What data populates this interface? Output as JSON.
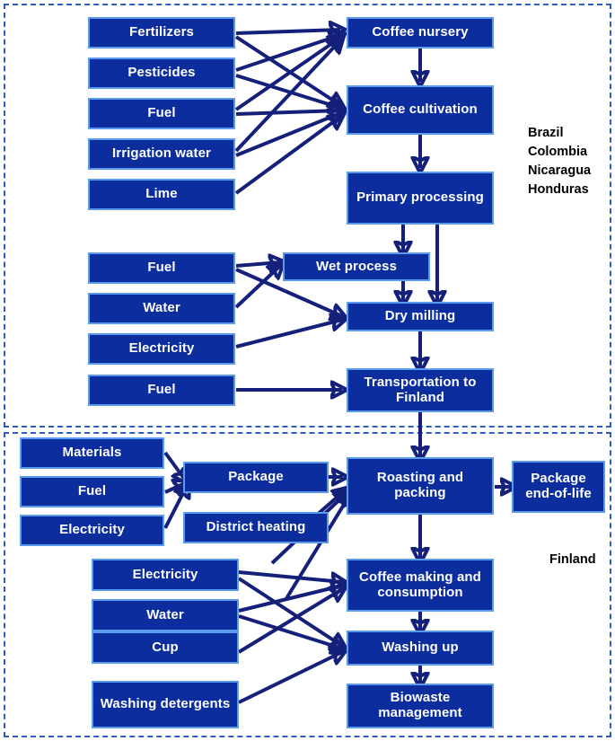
{
  "diagram": {
    "title": "Coffee life cycle flow diagram",
    "type": "flowchart",
    "colors": {
      "node_fill": "#0b2d9e",
      "node_border": "#5b9bed",
      "node_text": "#ffffff",
      "arrow": "#14207a",
      "region_border": "#2f5cc4",
      "background": "#ffffff",
      "label_text": "#000000"
    }
  },
  "regions": [
    {
      "id": "origin",
      "label": "Brazil\nColombia\nNicaragua\nHonduras",
      "countries": [
        "Brazil",
        "Colombia",
        "Nicaragua",
        "Honduras"
      ]
    },
    {
      "id": "finland",
      "label": "Finland",
      "countries": [
        "Finland"
      ]
    }
  ],
  "nodes": {
    "fertilizers": "Fertilizers",
    "pesticides": "Pesticides",
    "fuel_top": "Fuel",
    "irrigation_water": "Irrigation water",
    "lime": "Lime",
    "coffee_nursery": "Coffee nursery",
    "coffee_cultivation": "Coffee cultivation",
    "primary_processing": "Primary processing",
    "fuel_mid": "Fuel",
    "water_mid": "Water",
    "electricity_mid": "Electricity",
    "fuel_transport": "Fuel",
    "wet_process": "Wet process",
    "dry_milling": "Dry milling",
    "transportation_to_finland": "Transportation to Finland",
    "materials": "Materials",
    "fuel_pkg": "Fuel",
    "electricity_pkg": "Electricity",
    "package": "Package",
    "district_heating": "District heating",
    "roasting_and_packing": "Roasting and packing",
    "package_end_of_life": "Package end-of-life",
    "electricity_use": "Electricity",
    "water_use": "Water",
    "cup": "Cup",
    "washing_detergents": "Washing detergents",
    "coffee_making": "Coffee making and consumption",
    "washing_up": "Washing up",
    "biowaste_management": "Biowaste management"
  },
  "edges": [
    {
      "from": "fertilizers",
      "to": "coffee_nursery"
    },
    {
      "from": "fertilizers",
      "to": "coffee_cultivation"
    },
    {
      "from": "pesticides",
      "to": "coffee_nursery"
    },
    {
      "from": "pesticides",
      "to": "coffee_cultivation"
    },
    {
      "from": "fuel_top",
      "to": "coffee_nursery"
    },
    {
      "from": "fuel_top",
      "to": "coffee_cultivation"
    },
    {
      "from": "irrigation_water",
      "to": "coffee_nursery"
    },
    {
      "from": "irrigation_water",
      "to": "coffee_cultivation"
    },
    {
      "from": "lime",
      "to": "coffee_cultivation"
    },
    {
      "from": "coffee_nursery",
      "to": "coffee_cultivation"
    },
    {
      "from": "coffee_cultivation",
      "to": "primary_processing"
    },
    {
      "from": "primary_processing",
      "to": "wet_process"
    },
    {
      "from": "primary_processing",
      "to": "dry_milling"
    },
    {
      "from": "wet_process",
      "to": "dry_milling"
    },
    {
      "from": "fuel_mid",
      "to": "wet_process"
    },
    {
      "from": "fuel_mid",
      "to": "dry_milling"
    },
    {
      "from": "water_mid",
      "to": "wet_process"
    },
    {
      "from": "electricity_mid",
      "to": "dry_milling"
    },
    {
      "from": "dry_milling",
      "to": "transportation_to_finland"
    },
    {
      "from": "fuel_transport",
      "to": "transportation_to_finland"
    },
    {
      "from": "transportation_to_finland",
      "to": "roasting_and_packing"
    },
    {
      "from": "materials",
      "to": "package"
    },
    {
      "from": "fuel_pkg",
      "to": "package"
    },
    {
      "from": "electricity_pkg",
      "to": "package"
    },
    {
      "from": "package",
      "to": "roasting_and_packing"
    },
    {
      "from": "district_heating",
      "to": "roasting_and_packing"
    },
    {
      "from": "electricity_use",
      "to": "roasting_and_packing"
    },
    {
      "from": "water_use",
      "to": "roasting_and_packing"
    },
    {
      "from": "roasting_and_packing",
      "to": "package_end_of_life"
    },
    {
      "from": "roasting_and_packing",
      "to": "coffee_making"
    },
    {
      "from": "electricity_use",
      "to": "coffee_making"
    },
    {
      "from": "water_use",
      "to": "coffee_making"
    },
    {
      "from": "cup",
      "to": "coffee_making"
    },
    {
      "from": "electricity_use",
      "to": "washing_up"
    },
    {
      "from": "water_use",
      "to": "washing_up"
    },
    {
      "from": "washing_detergents",
      "to": "washing_up"
    },
    {
      "from": "coffee_making",
      "to": "washing_up"
    },
    {
      "from": "washing_up",
      "to": "biowaste_management"
    }
  ]
}
